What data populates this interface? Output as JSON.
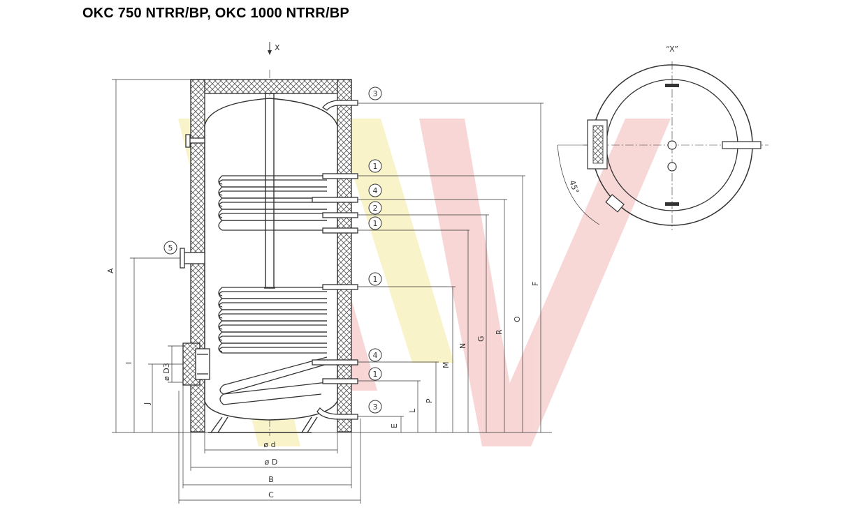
{
  "title": "OKC 750 NTRR/BP, OKC 1000 NTRR/BP",
  "view_label": "X",
  "detail_label": "“X”",
  "angle_label": "45°",
  "callouts": [
    {
      "id": "c3-top",
      "text": "3"
    },
    {
      "id": "c1-a",
      "text": "1"
    },
    {
      "id": "c4-a",
      "text": "4"
    },
    {
      "id": "c2",
      "text": "2"
    },
    {
      "id": "c1-b",
      "text": "1"
    },
    {
      "id": "c5",
      "text": "5"
    },
    {
      "id": "c1-c",
      "text": "1"
    },
    {
      "id": "c4-b",
      "text": "4"
    },
    {
      "id": "c1-d",
      "text": "1"
    },
    {
      "id": "c3-bot",
      "text": "3"
    }
  ],
  "dimensions": {
    "A": "A",
    "I": "I",
    "J": "J",
    "D3": "ø D3",
    "E": "E",
    "L": "L",
    "P": "P",
    "M": "M",
    "N": "N",
    "G": "G",
    "R": "R",
    "O": "O",
    "F": "F",
    "d": "ø d",
    "D": "ø D",
    "B": "B",
    "C": "C"
  },
  "colors": {
    "line": "#333333",
    "watermark_red": "#f6c9c9",
    "watermark_yellow": "#f8efb8"
  }
}
